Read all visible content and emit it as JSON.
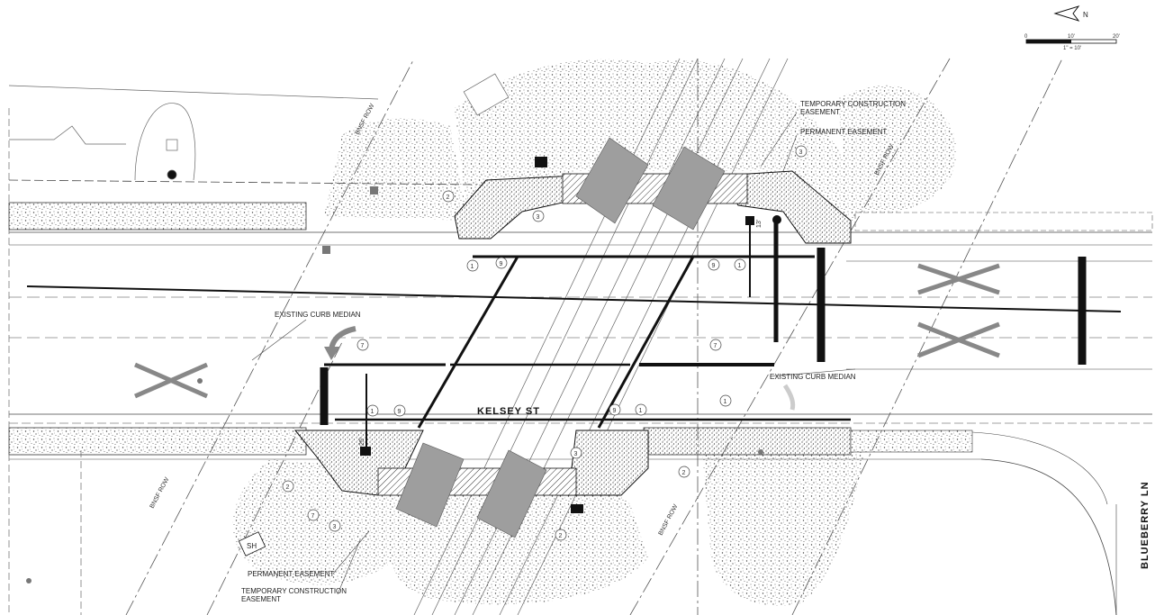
{
  "street": {
    "main": "KELSEY ST",
    "cross": "BLUEBERRY LN"
  },
  "annotations": {
    "tce_top_line1": "TEMPORARY CONSTRUCTION",
    "tce_top_line2": "EASEMENT",
    "pe_top": "PERMANENT EASEMENT",
    "median_left": "EXISTING CURB MEDIAN",
    "median_right": "EXISTING CURB MEDIAN",
    "pe_bottom": "PERMANENT EASEMENT",
    "tce_bottom_line1": "TEMPORARY CONSTRUCTION",
    "tce_bottom_line2": "EASEMENT",
    "row_label": "BNSF ROW",
    "sh_label": "SH"
  },
  "scale_bar": {
    "north_letter": "N",
    "ticks": [
      "0",
      "10'",
      "20'"
    ],
    "caption": "1\" = 10'"
  },
  "callouts": [
    "1",
    "2",
    "3",
    "7",
    "9"
  ],
  "dims": {
    "top_dim": "13'",
    "bottom_dim": "25'"
  },
  "colors": {
    "line": "#111111",
    "gravel": "#bdbdbd",
    "slab": "#9e9e9e",
    "paper": "#ffffff"
  }
}
